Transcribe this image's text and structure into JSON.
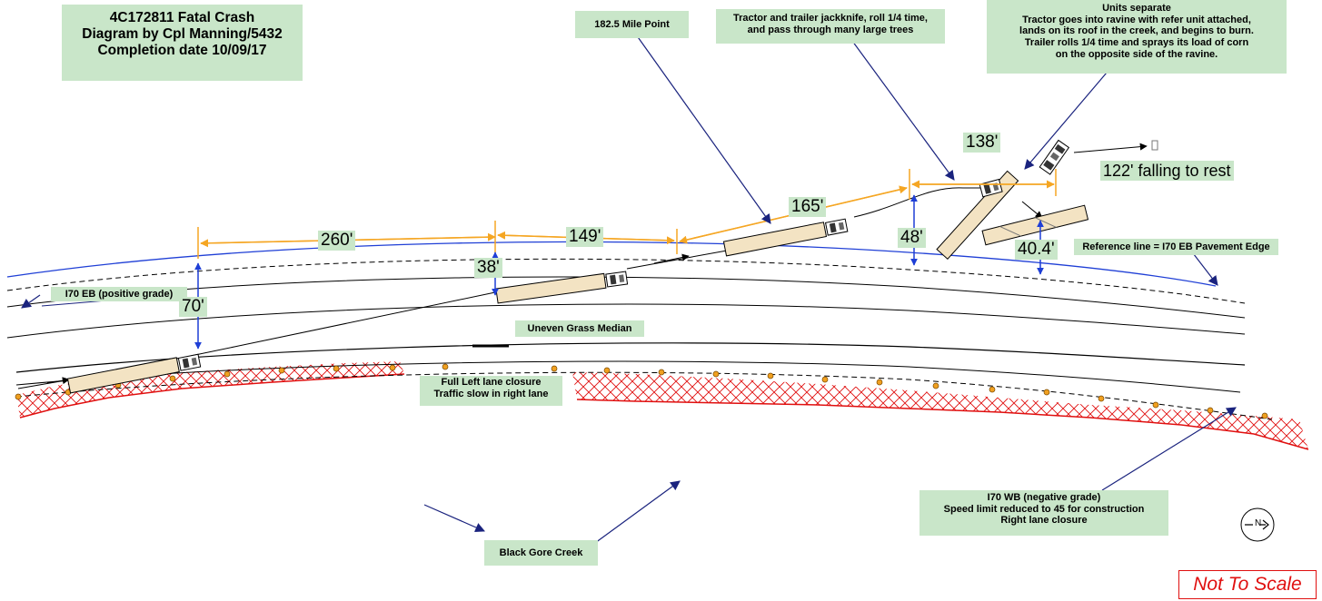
{
  "title_box": {
    "line1": "4C172811 Fatal Crash",
    "line2": "Diagram by Cpl Manning/5432",
    "line3": "Completion date 10/09/17"
  },
  "notes": {
    "mile_point": "182.5 Mile Point",
    "jackknife": {
      "line1": "Tractor and trailer jackknife, roll 1/4 time,",
      "line2": "and pass through many large trees"
    },
    "units_separate": {
      "line1": "Units separate",
      "line2": "Tractor goes into ravine with refer unit attached,",
      "line3": "lands on its roof in the creek, and begins to burn.",
      "line4": "Trailer rolls 1/4 time and sprays its load of corn",
      "line5": "on the opposite side of the ravine."
    },
    "reference_line": "Reference line = I70 EB Pavement Edge",
    "i70_eb": "I70 EB (positive grade)",
    "median": "Uneven Grass Median",
    "lane_closure": {
      "line1": "Full Left lane closure",
      "line2": "Traffic slow in right lane"
    },
    "i70_wb": {
      "line1": "I70 WB (negative grade)",
      "line2": "Speed limit reduced to 45 for construction",
      "line3": "Right lane closure"
    },
    "creek": "Black Gore Creek"
  },
  "dimensions": {
    "d260": "260'",
    "d149": "149'",
    "d165": "165'",
    "d138": "138'",
    "d70": "70'",
    "d38": "38'",
    "d48": "48'",
    "d40": "40.4'",
    "falling": "122' falling to rest"
  },
  "compass_label": "N",
  "not_to_scale": "Not To Scale",
  "colors": {
    "note_bg": "#c9e6c9",
    "dimension_orange": "#f5a623",
    "offset_blue": "#1f3fd6",
    "pointer_navy": "#1a237e",
    "construction_red": "#e01010",
    "vehicle_fill": "#f3e3c3"
  }
}
